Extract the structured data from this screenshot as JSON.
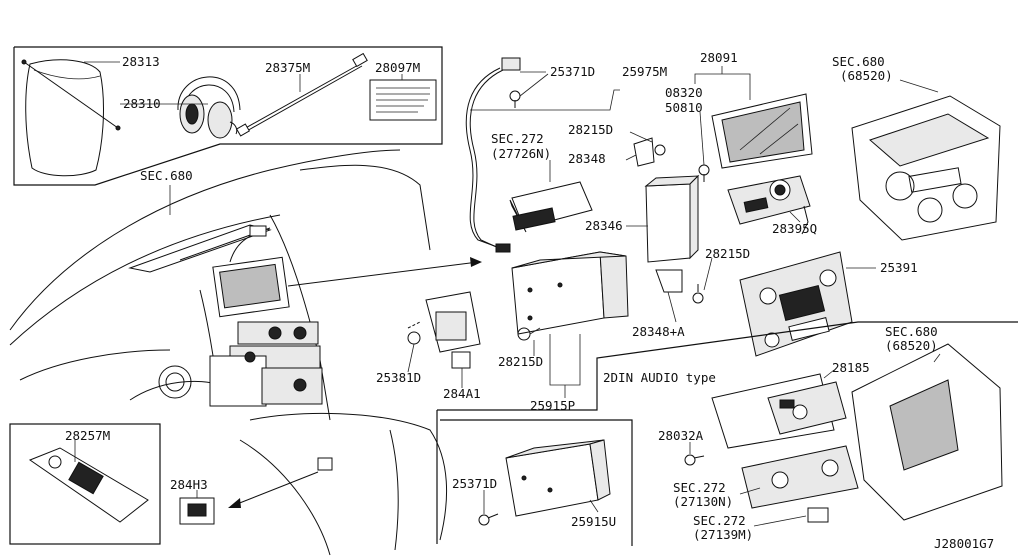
{
  "diagram": {
    "id_code": "J28001G7",
    "audio_option_title": "2DIN AUDIO type",
    "labels": {
      "p28313": "28313",
      "p28310": "28310",
      "p28375M": "28375M",
      "p28097M": "28097M",
      "p25371D_a": "25371D",
      "p25975M": "25975M",
      "p28091": "28091",
      "p08320": "08320",
      "p50810": "50810",
      "sec680_top": "SEC.680",
      "sec680_top_sub": "(68520)",
      "sec272_a": "SEC.272",
      "sec272_a_sub": "(27726N)",
      "p28215D_a": "28215D",
      "p28348": "28348",
      "sec680_dash": "SEC.680",
      "p28346": "28346",
      "p28395Q": "28395Q",
      "p28215D_b": "28215D",
      "p25391": "25391",
      "p28348A": "28348+A",
      "p25381D": "25381D",
      "p284A1": "284A1",
      "p28215D_c": "28215D",
      "p25915P": "25915P",
      "sec680_b": "SEC.680",
      "sec680_b_sub": "(68520)",
      "p28185": "28185",
      "p28257M": "28257M",
      "p284H3": "284H3",
      "p25371D_b": "25371D",
      "p25915U": "25915U",
      "p28032A": "28032A",
      "sec272_b": "SEC.272",
      "sec272_b_sub": "(27130N)",
      "sec272_c": "SEC.272",
      "sec272_c_sub": "(27139M)"
    }
  }
}
